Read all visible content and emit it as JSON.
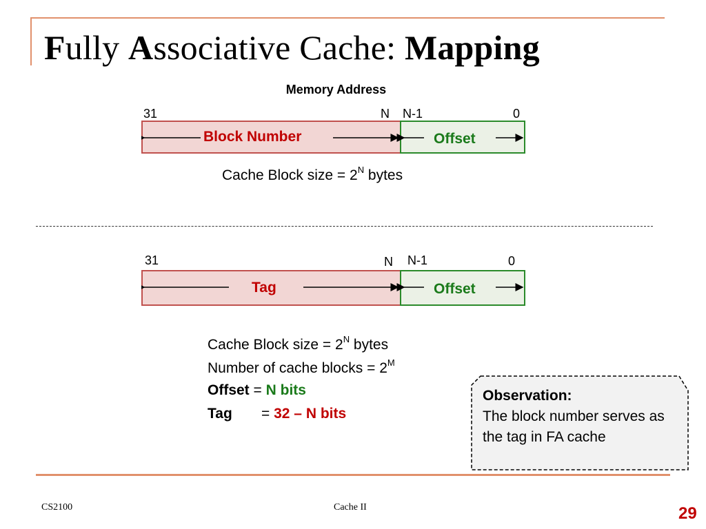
{
  "title": {
    "part1_bold": "F",
    "part1_rest": "ully ",
    "part2_bold": "A",
    "part2_rest": "ssociative Cache: ",
    "part3_bold": "Mapping"
  },
  "top_diagram": {
    "heading": "Memory Address",
    "bit_31": "31",
    "bit_n": "N",
    "bit_n_minus_1": "N-1",
    "bit_0": "0",
    "left_field": "Block Number",
    "right_field": "Offset",
    "caption_pre": "Cache Block size = 2",
    "caption_sup": "N",
    "caption_post": " bytes"
  },
  "bottom_diagram": {
    "bit_31": "31",
    "bit_n": "N",
    "bit_n_minus_1": "N-1",
    "bit_0": "0",
    "left_field": "Tag",
    "right_field": "Offset"
  },
  "info": {
    "line1_pre": "Cache Block size = 2",
    "line1_sup": "N",
    "line1_post": " bytes",
    "line2_pre": "Number of cache blocks = 2",
    "line2_sup": "M",
    "offset_label": "Offset",
    "offset_eq": " =  ",
    "offset_value": "N bits",
    "tag_label": "Tag",
    "tag_eq": "=  ",
    "tag_value": "32 – N bits"
  },
  "observation": {
    "heading": "Observation:",
    "body": "The block number serves as the tag in FA cache"
  },
  "footer": {
    "left": "CS2100",
    "center": "Cache II",
    "page": "29"
  },
  "colors": {
    "accent_frame": "#e1906b",
    "red_field_fill": "#f2d6d4",
    "red_field_border": "#c0504d",
    "green_field_fill": "#ebf1e6",
    "green_field_border": "#2a8a2a",
    "red_text": "#c00000",
    "green_text": "#1a7a1a"
  }
}
